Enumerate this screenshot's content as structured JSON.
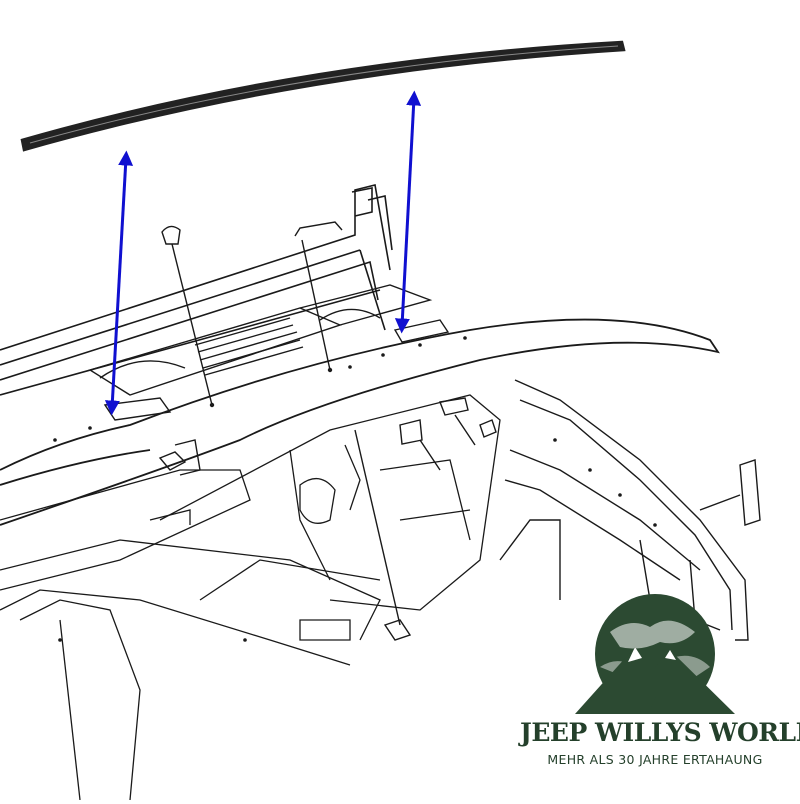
{
  "diagram": {
    "arrows": [
      {
        "id": "left-arrow",
        "direction": "up"
      },
      {
        "id": "right-arrow",
        "direction": "up"
      }
    ]
  },
  "logo": {
    "title": "JEEP WILLYS WORLD",
    "subtitle": "MEHR ALS 30 JAHRE ERTAHAUNG"
  },
  "colors": {
    "arrow": "#1010d0",
    "line": "#1a1a1a",
    "weatherstrip": "#222222",
    "logo": "#2c4a32",
    "logo_text": "#24402b"
  }
}
